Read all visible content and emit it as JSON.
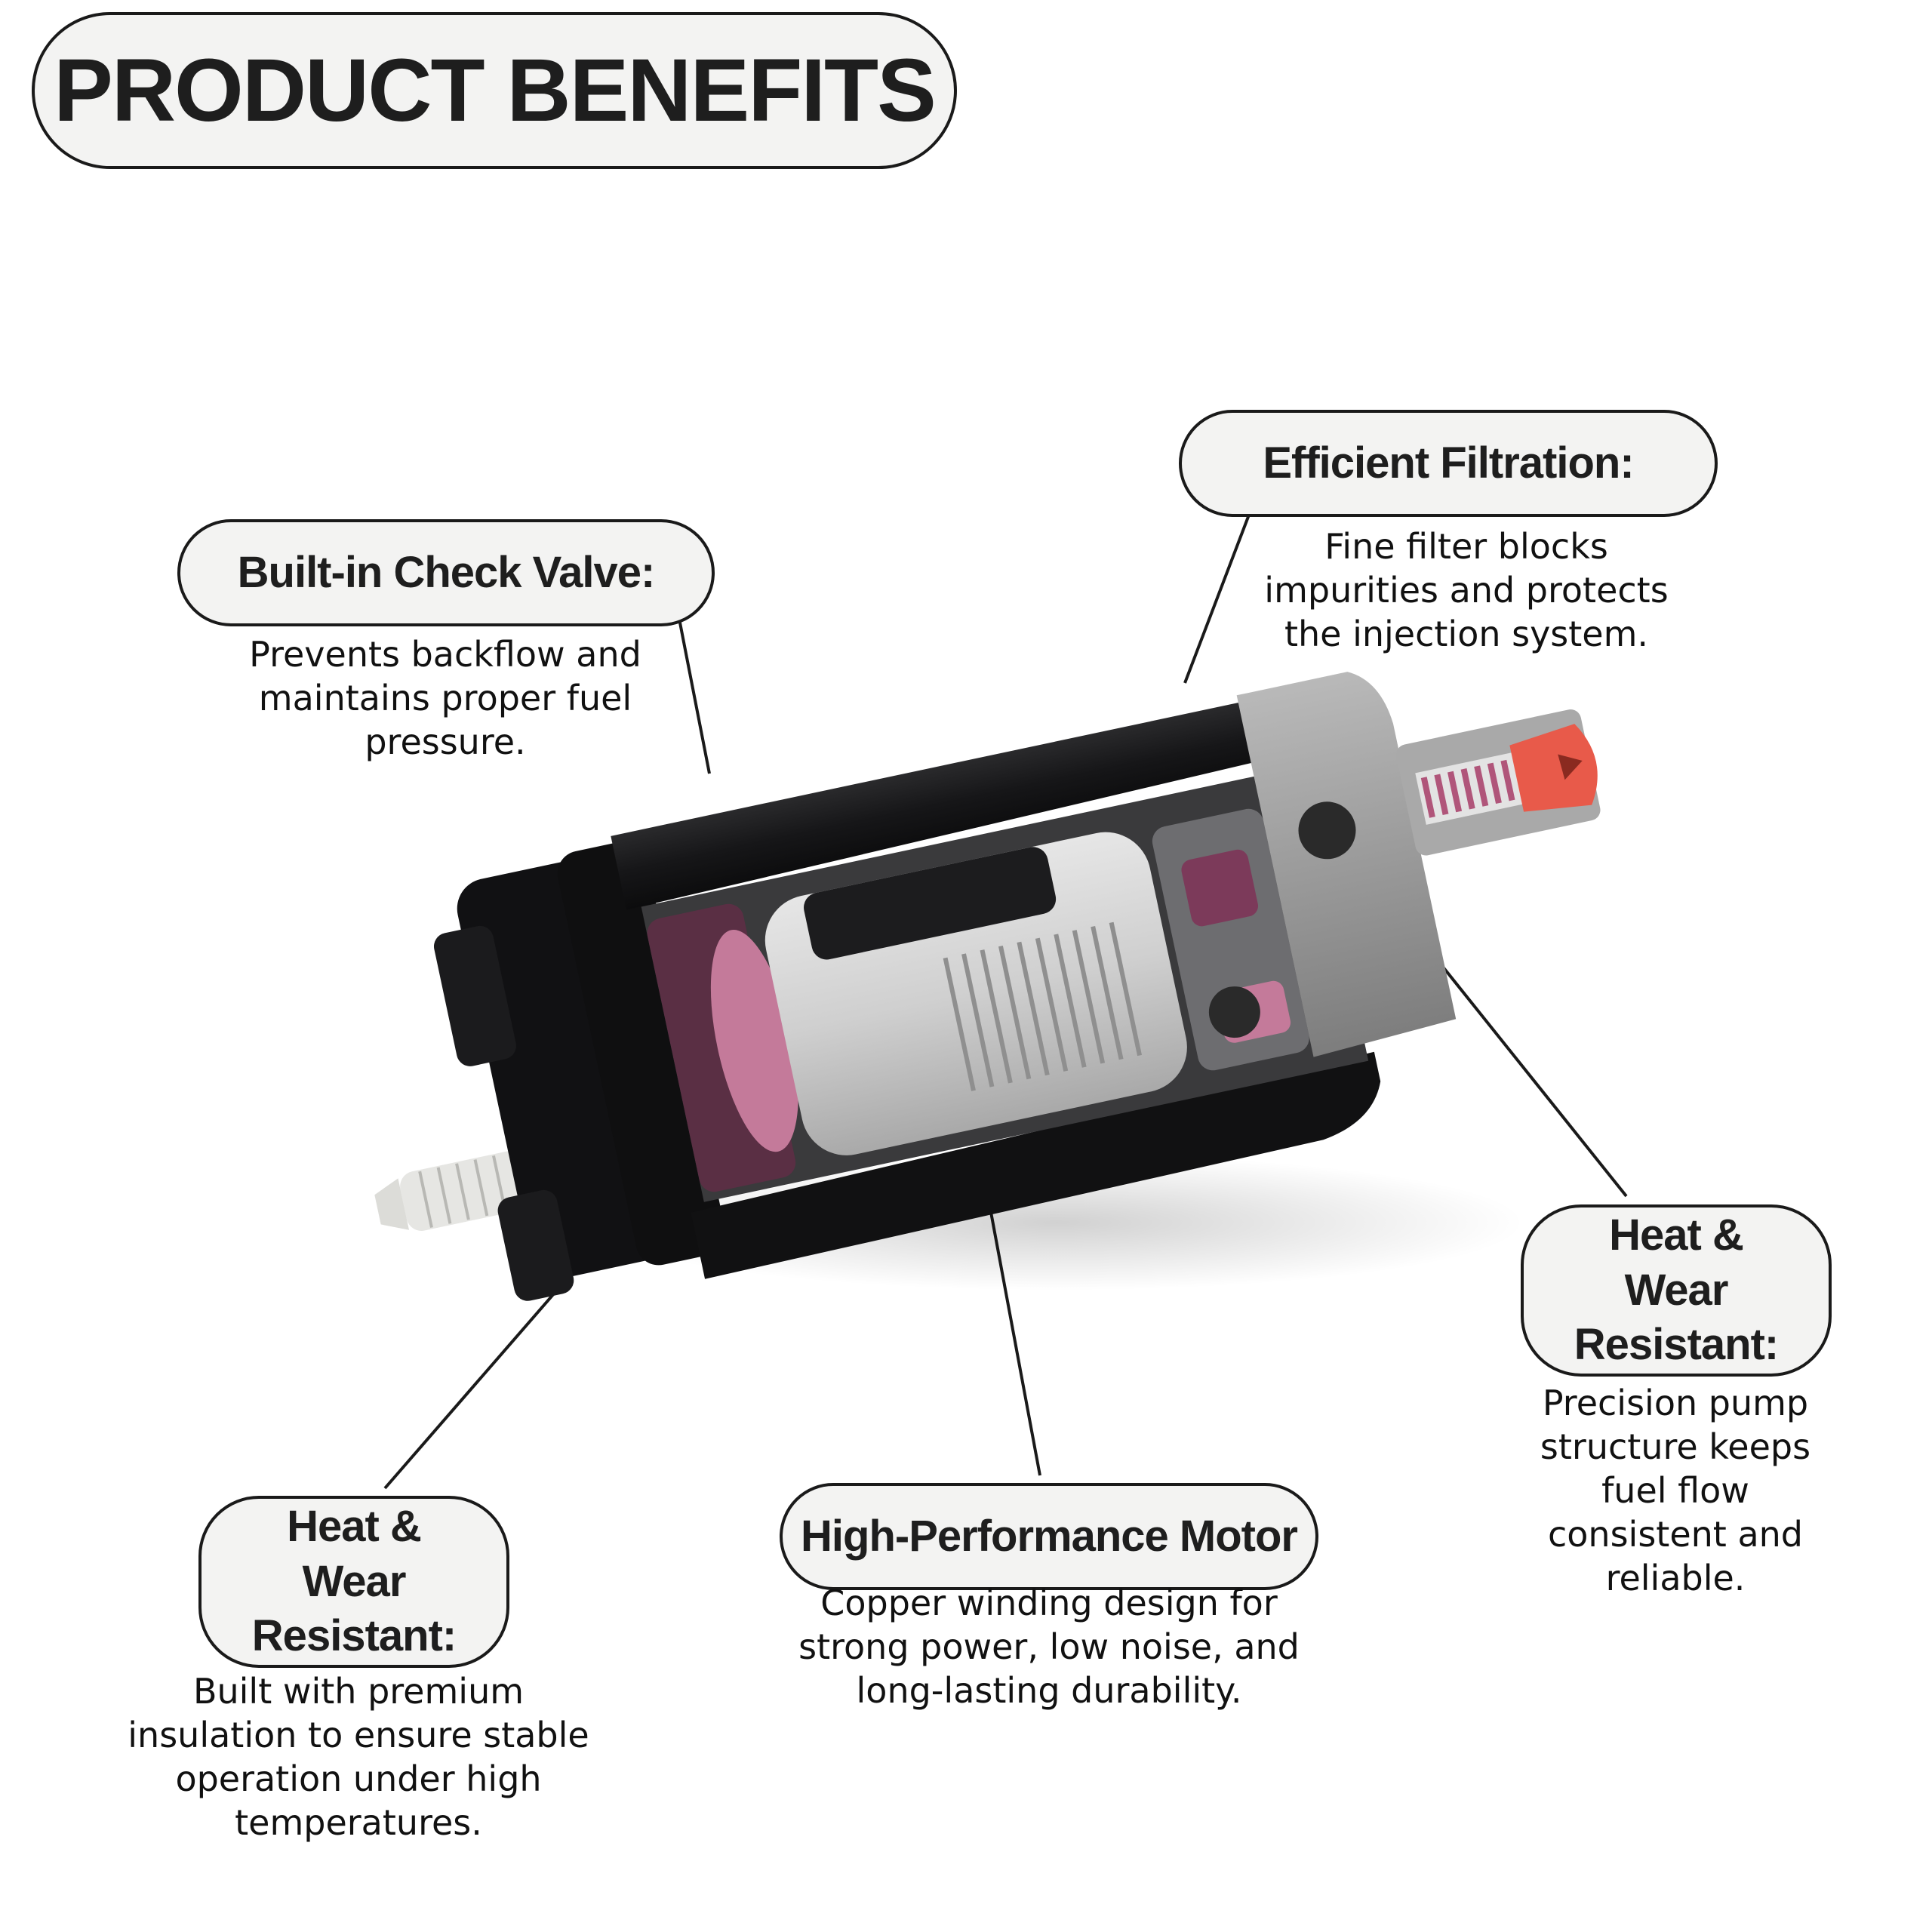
{
  "title": "PRODUCT BENEFITS",
  "callouts": {
    "check_valve": {
      "label": "Built-in Check Valve:",
      "text": "Prevents backflow and maintains proper fuel pressure."
    },
    "filtration": {
      "label": "Efficient Filtration:",
      "text": "Fine filter blocks impurities and protects the injection system."
    },
    "heat_wear_right": {
      "label": "Heat & Wear Resistant:",
      "text": "Precision pump structure keeps fuel flow consistent and reliable."
    },
    "motor": {
      "label": "High-Performance Motor",
      "text": "Copper winding design for strong power, low noise, and long-lasting durability."
    },
    "heat_wear_left": {
      "label": "Heat & Wear Resistant:",
      "text": "Built with premium insulation to ensure stable operation under high temperatures."
    }
  },
  "colors": {
    "housing": "#1c1c1e",
    "armature": "#d2d2d2",
    "magnet_pink": "#c47a9a",
    "outlet_red": "#e85a4a",
    "pill_bg": "#f3f3f2"
  }
}
